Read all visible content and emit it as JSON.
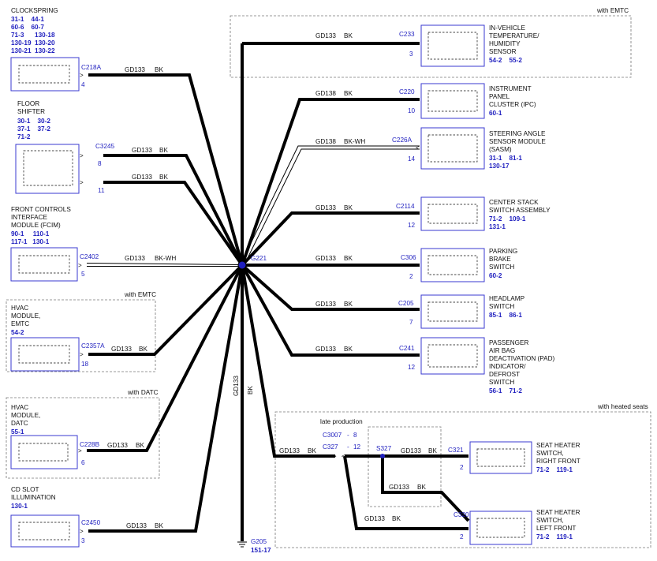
{
  "diagram": {
    "splice": "G221",
    "ground": {
      "connector": "G205",
      "ref": "151-17"
    },
    "trunk_circuit": "GD133",
    "trunk_color": "BK",
    "regions": {
      "emtc_right": "with EMTC",
      "emtc_left": "with EMTC",
      "datc_left": "with DATC",
      "heated_seats": "with heated seats",
      "late_production": "late production"
    },
    "components": {
      "clockspring": {
        "name": [
          "CLOCKSPRING"
        ],
        "refs": [
          "31-1    44-1",
          "60-6    60-7",
          "71-3      130-18",
          "130-19  130-20",
          "130-21  130-22"
        ],
        "connector": "C218A",
        "pin": "4",
        "circuit": "GD133",
        "color": "BK"
      },
      "floor_shifter": {
        "name": [
          "FLOOR",
          "SHIFTER"
        ],
        "refs": [
          "30-1    30-2",
          "37-1    37-2",
          "71-2"
        ],
        "connector": "C3245",
        "pins": [
          "8",
          "11"
        ],
        "circuit": "GD133",
        "color": "BK"
      },
      "fcim": {
        "name": [
          "FRONT CONTROLS",
          "INTERFACE",
          "MODULE (FCIM)"
        ],
        "refs": [
          "90-1     110-1",
          "117-1   130-1"
        ],
        "connector": "C2402",
        "pin": "5",
        "circuit": "GD133",
        "color": "BK-WH"
      },
      "hvac_emtc": {
        "name": [
          "HVAC",
          "MODULE,",
          "EMTC"
        ],
        "refs": [
          "54-2"
        ],
        "connector": "C2357A",
        "pin": "18",
        "circuit": "GD133",
        "color": "BK"
      },
      "hvac_datc": {
        "name": [
          "HVAC",
          "MODULE,",
          "DATC"
        ],
        "refs": [
          "55-1"
        ],
        "connector": "C228B",
        "pin": "6",
        "circuit": "GD133",
        "color": "BK"
      },
      "cd_slot": {
        "name": [
          "CD SLOT",
          "ILLUMINATION"
        ],
        "refs": [
          "130-1"
        ],
        "connector": "C2450",
        "pin": "3",
        "circuit": "GD133",
        "color": "BK"
      },
      "temp_sensor": {
        "name": [
          "IN-VEHICLE",
          "TEMPERATURE/",
          "HUMIDITY",
          "SENSOR"
        ],
        "refs": [
          "54-2    55-2"
        ],
        "connector": "C233",
        "pin": "3",
        "circuit": "GD133",
        "color": "BK"
      },
      "ipc": {
        "name": [
          "INSTRUMENT",
          "PANEL",
          "CLUSTER (IPC)"
        ],
        "refs": [
          "60-1"
        ],
        "connector": "C220",
        "pin": "10",
        "circuit": "GD138",
        "color": "BK"
      },
      "sasm": {
        "name": [
          "STEERING ANGLE",
          "SENSOR MODULE",
          "(SASM)"
        ],
        "refs": [
          "31-1    81-1",
          "130-17"
        ],
        "connector": "C226A",
        "pin": "14",
        "circuit": "GD138",
        "color": "BK-WH"
      },
      "center_stack": {
        "name": [
          "CENTER STACK",
          "SWITCH ASSEMBLY"
        ],
        "refs": [
          "71-2    109-1",
          "131-1"
        ],
        "connector": "C2114",
        "pin": "12",
        "circuit": "GD133",
        "color": "BK"
      },
      "parking_brake": {
        "name": [
          "PARKING",
          "BRAKE",
          "SWITCH"
        ],
        "refs": [
          "60-2"
        ],
        "connector": "C306",
        "pin": "2",
        "circuit": "GD133",
        "color": "BK"
      },
      "headlamp": {
        "name": [
          "HEADLAMP",
          "SWITCH"
        ],
        "refs": [
          "85-1    86-1"
        ],
        "connector": "C205",
        "pin": "7",
        "circuit": "GD133",
        "color": "BK"
      },
      "pad": {
        "name": [
          "PASSENGER",
          "AIR BAG",
          "DEACTIVATION (PAD)",
          "INDICATOR/",
          "DEFROST",
          "SWITCH"
        ],
        "refs": [
          "56-1    71-2"
        ],
        "connector": "C241",
        "pin": "12",
        "circuit": "GD133",
        "color": "BK"
      },
      "seat_rf": {
        "name": [
          "SEAT HEATER",
          "SWITCH,",
          "RIGHT FRONT"
        ],
        "refs": [
          "71-2    119-1"
        ],
        "connector": "C321",
        "pin": "2",
        "circuit": "GD133",
        "color": "BK"
      },
      "seat_lf": {
        "name": [
          "SEAT HEATER",
          "SWITCH,",
          "LEFT FRONT"
        ],
        "refs": [
          "71-2    119-1"
        ],
        "connector": "C320",
        "pin": "2",
        "circuit": "GD133",
        "color": "BK"
      }
    },
    "seat_branch": {
      "circuit": "GD133",
      "color": "BK",
      "inline_connector": "C327",
      "inline_pin": "12",
      "late_connector": "C3007",
      "late_pin": "8",
      "splice": "S327"
    }
  }
}
